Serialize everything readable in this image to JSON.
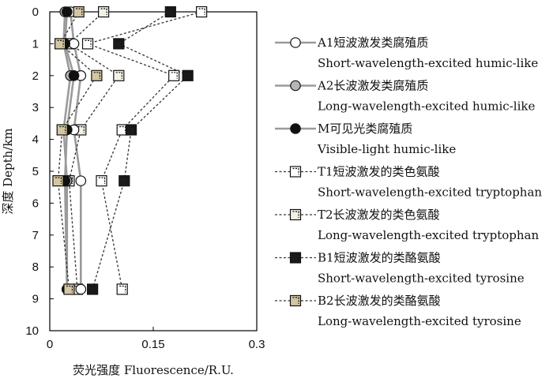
{
  "chart_data": {
    "type": "line",
    "orientation": "vertical-profile",
    "xlabel": "荧光强度 Fluorescence/R.U.",
    "ylabel": "深度 Depth/km",
    "xlim": [
      0,
      0.3
    ],
    "ylim": [
      0,
      10
    ],
    "y_reversed": true,
    "x_ticks": [
      "0",
      "0.15",
      "0.3"
    ],
    "x_tick_values": [
      0,
      0.15,
      0.3
    ],
    "y_ticks": [
      "0",
      "1",
      "2",
      "3",
      "4",
      "5",
      "6",
      "7",
      "8",
      "9",
      "10"
    ],
    "grid": false,
    "legend_position": "right",
    "depths": [
      0,
      1,
      2,
      3.7,
      5.3,
      8.7
    ],
    "series": [
      {
        "key": "A1",
        "legend_cn": "A1短波激发类腐殖质",
        "legend_en": "Short-wavelength-excited humic-like",
        "line": "solid",
        "linecolor": "#9a9a9a",
        "marker": "circle",
        "fill": "#ffffff",
        "values": [
          0.03,
          0.035,
          0.045,
          0.035,
          0.045,
          0.045
        ]
      },
      {
        "key": "A2",
        "legend_cn": "A2长波激发类腐殖质",
        "legend_en": "Long-wavelength-excited humic-like",
        "line": "solid",
        "linecolor": "#9a9a9a",
        "marker": "circle",
        "fill": "#b5b5b5",
        "values": [
          0.022,
          0.02,
          0.03,
          0.02,
          0.025,
          0.025
        ]
      },
      {
        "key": "M",
        "legend_cn": "M可见光类腐殖质",
        "legend_en": "Visible-light humic-like",
        "line": "solid",
        "linecolor": "#9a9a9a",
        "marker": "circle",
        "fill": "#111111",
        "values": [
          0.025,
          0.022,
          0.035,
          0.025,
          0.022,
          0.025
        ]
      },
      {
        "key": "T1",
        "legend_cn": "T1短波激发的类色氨酸",
        "legend_en": "Short-wavelength-excited tryptophan",
        "line": "dashed",
        "linecolor": "#333333",
        "marker": "square",
        "fill": "#ffffff",
        "values": [
          0.22,
          0.055,
          0.18,
          0.105,
          0.075,
          0.105
        ]
      },
      {
        "key": "T2",
        "legend_cn": "T2长波激发的类色氨酸",
        "legend_en": "Long-wavelength-excited tryptophan",
        "line": "dashed",
        "linecolor": "#333333",
        "marker": "square",
        "fill": "#f3f1e6",
        "values": [
          0.078,
          0.028,
          0.1,
          0.045,
          0.028,
          0.04
        ]
      },
      {
        "key": "B1",
        "legend_cn": "B1短波激发的类酪氨酸",
        "legend_en": "Short-wavelength-excited tyrosine",
        "line": "dashed",
        "linecolor": "#333333",
        "marker": "square",
        "fill": "#1a1a1a",
        "values": [
          0.175,
          0.1,
          0.2,
          0.118,
          0.108,
          0.062
        ]
      },
      {
        "key": "B2",
        "legend_cn": "B2长波激发的类酪氨酸",
        "legend_en": "Long-wavelength-excited tyrosine",
        "line": "dashed",
        "linecolor": "#333333",
        "marker": "square",
        "fill": "#d3c6a2",
        "values": [
          0.042,
          0.015,
          0.068,
          0.018,
          0.012,
          0.028
        ]
      }
    ]
  }
}
